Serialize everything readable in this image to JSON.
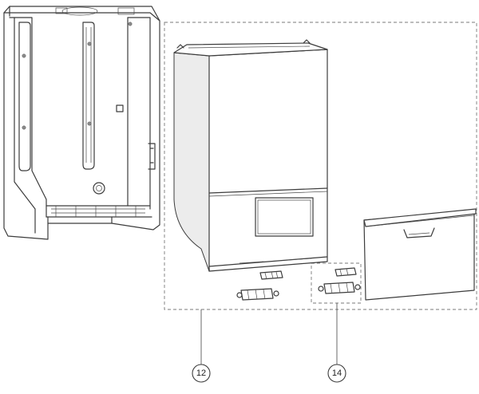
{
  "callouts": [
    {
      "id": "front-cover",
      "label": "12"
    },
    {
      "id": "clip-set",
      "label": "14"
    }
  ]
}
